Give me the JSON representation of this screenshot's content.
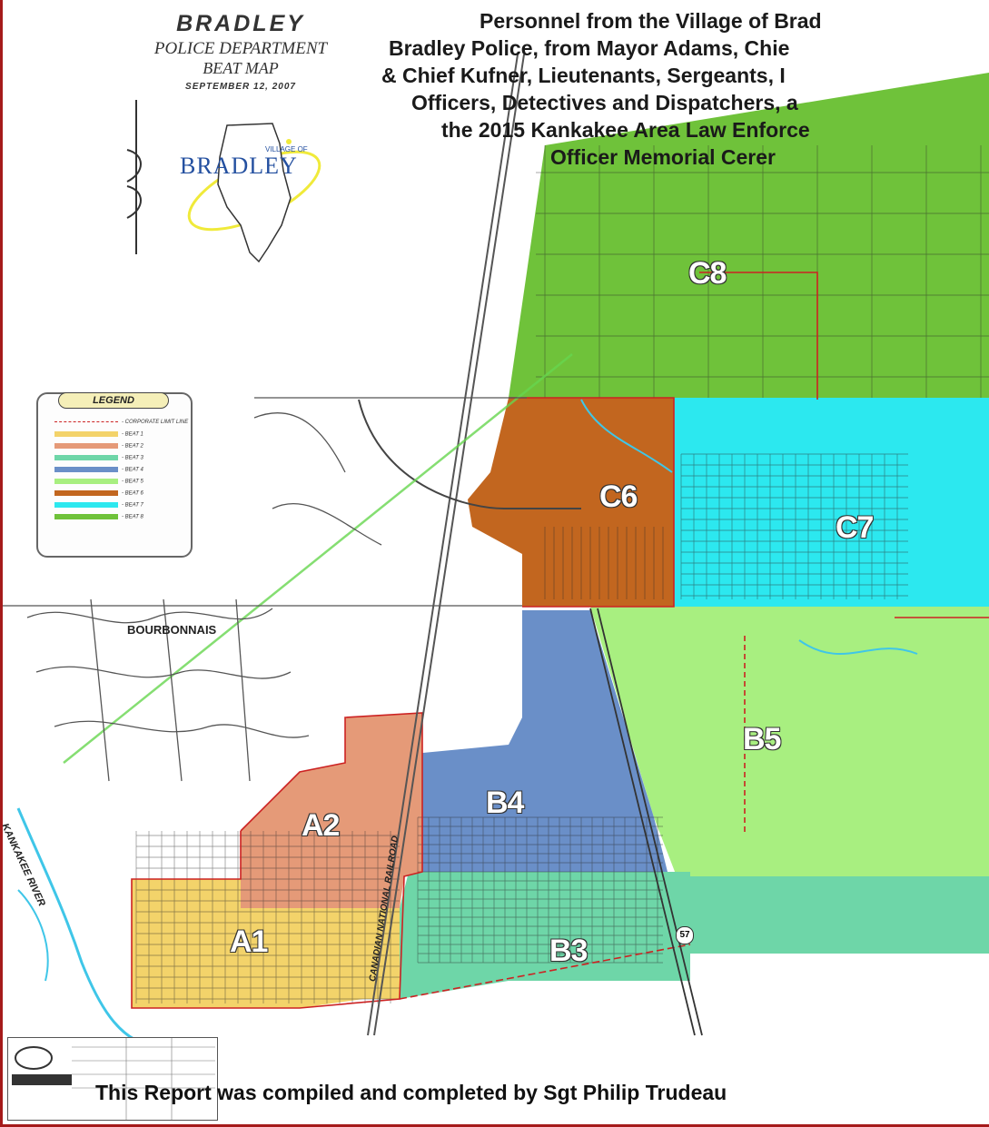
{
  "title": {
    "line1": "BRADLEY",
    "line2": "POLICE DEPARTMENT",
    "line3": "BEAT MAP",
    "date": "SEPTEMBER 12, 2007"
  },
  "seal": {
    "village_of": "VILLAGE OF",
    "name": "BRADLEY"
  },
  "overlay": {
    "lines": [
      "Personnel from the Village of Brad",
      "Bradley Police, from Mayor Adams, Chie",
      "& Chief Kufner, Lieutenants, Sergeants, I",
      "Officers, Detectives and Dispatchers, a",
      "the 2015 Kankakee Area Law Enforce",
      "Officer Memorial Cerer"
    ]
  },
  "footer": "This Report was compiled and completed by Sgt Philip Trudeau",
  "legend": {
    "title": "LEGEND",
    "items": [
      {
        "label": "CORPORATE LIMIT LINE",
        "color": "#cc2222",
        "kind": "line"
      },
      {
        "label": "BEAT 1",
        "color": "#f3d36a",
        "kind": "fill"
      },
      {
        "label": "BEAT 2",
        "color": "#e59a78",
        "kind": "fill"
      },
      {
        "label": "BEAT 3",
        "color": "#6ed6a8",
        "kind": "fill"
      },
      {
        "label": "BEAT 4",
        "color": "#6a8fc8",
        "kind": "fill"
      },
      {
        "label": "BEAT 5",
        "color": "#a8ef80",
        "kind": "fill"
      },
      {
        "label": "BEAT 6",
        "color": "#c2661f",
        "kind": "fill"
      },
      {
        "label": "BEAT 7",
        "color": "#2ce8ef",
        "kind": "fill"
      },
      {
        "label": "BEAT 8",
        "color": "#6fc23a",
        "kind": "fill"
      }
    ]
  },
  "zones": {
    "A1": "A1",
    "A2": "A2",
    "B3": "B3",
    "B4": "B4",
    "B5": "B5",
    "C6": "C6",
    "C7": "C7",
    "C8": "C8"
  },
  "labels": {
    "bourbonnais": "BOURBONNAIS",
    "river": "KANKAKEE RIVER",
    "railroad": "CANADIAN NATIONAL RAILROAD",
    "interstate": "57"
  },
  "colors": {
    "beat1": "#f3d36a",
    "beat2": "#e59a78",
    "beat3": "#6ed6a8",
    "beat4": "#6a8fc8",
    "beat5": "#a8ef80",
    "beat6": "#c2661f",
    "beat7": "#2ce8ef",
    "beat8": "#6fc23a",
    "corporate_limit": "#cc2222",
    "water": "#3fc6e8"
  }
}
